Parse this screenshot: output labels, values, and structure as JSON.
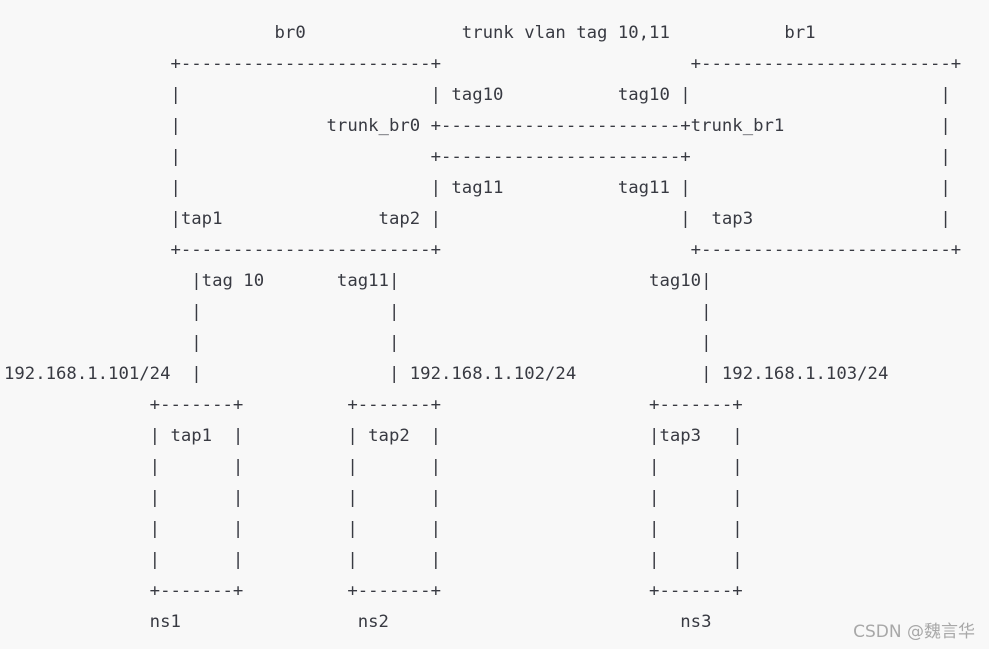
{
  "diagram": {
    "lines": [
      "                          br0               trunk vlan tag 10,11           br1",
      "                +------------------------+                        +------------------------+",
      "                |                        | tag10           tag10 |                        |",
      "                |              trunk_br0 +-----------------------+trunk_br1               |",
      "                |                        +-----------------------+                        |",
      "                |                        | tag11           tag11 |                        |",
      "                |tap1               tap2 |                       |  tap3                  |",
      "                +------------------------+                        +------------------------+",
      "                  |tag 10       tag11|                        tag10|",
      "                  |                  |                             |",
      "                  |                  |                             |",
      "192.168.1.101/24  |                  | 192.168.1.102/24            | 192.168.1.103/24",
      "              +-------+          +-------+                    +-------+",
      "              | tap1  |          | tap2  |                    |tap3   |",
      "              |       |          |       |                    |       |",
      "              |       |          |       |                    |       |",
      "              |       |          |       |                    |       |",
      "              |       |          |       |                    |       |",
      "              +-------+          +-------+                    +-------+",
      "              ns1                 ns2                            ns3"
    ]
  },
  "watermark": "CSDN @魏言华"
}
